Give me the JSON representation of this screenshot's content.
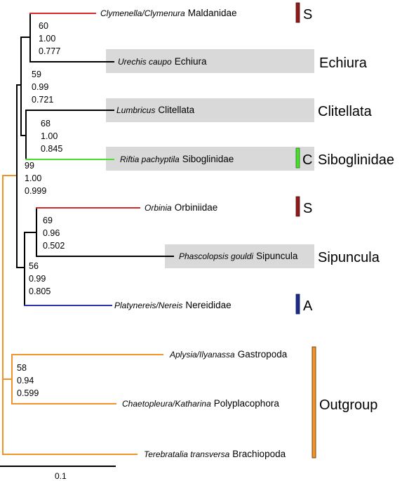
{
  "colors": {
    "red": "#d42a2a",
    "green": "#46e02a",
    "blue": "#2a35b0",
    "orange": "#f0932b",
    "black": "#000000",
    "shade": "#d9d9d9",
    "bar_dark_red": "#8b1a1a",
    "bar_green": "#3aa02a",
    "bar_blue": "#1c2a8a",
    "bar_orange": "#f0932b"
  },
  "taxa": [
    {
      "id": "maldanidae",
      "italic": "Clymenella/Clymenura",
      "name": "Maldanidae",
      "color": "red"
    },
    {
      "id": "echiura",
      "italic": "Urechis caupo",
      "name": "Echiura",
      "color": "black"
    },
    {
      "id": "clitellata",
      "italic": "Lumbricus",
      "name": "Clitellata",
      "color": "black"
    },
    {
      "id": "siboglinidae",
      "italic": "Riftia pachyptila",
      "name": "Siboglinidae",
      "color": "green"
    },
    {
      "id": "orbiniidae",
      "italic": "Orbinia",
      "name": "Orbiniidae",
      "color": "red"
    },
    {
      "id": "sipuncula",
      "italic": "Phascolopsis gouldi",
      "name": "Sipuncula",
      "color": "black"
    },
    {
      "id": "nereididae",
      "italic": "Platynereis/Nereis",
      "name": "Nereididae",
      "color": "blue"
    },
    {
      "id": "gastropoda",
      "italic": "Aplysia/Ilyanassa",
      "name": "Gastropoda",
      "color": "orange"
    },
    {
      "id": "polyplacophora",
      "italic": "Chaetopleura/Katharina",
      "name": "Polyplacophora",
      "color": "orange"
    },
    {
      "id": "brachiopoda",
      "italic": "Terebratalia transversa",
      "name": "Brachiopoda",
      "color": "orange"
    }
  ],
  "supports": [
    {
      "id": "maldanidae-echiura",
      "values": [
        "60",
        "1.00",
        "0.777"
      ]
    },
    {
      "id": "annelid-core",
      "values": [
        "59",
        "0.99",
        "0.721"
      ]
    },
    {
      "id": "clitellata-siboglinidae",
      "values": [
        "68",
        "1.00",
        "0.845"
      ]
    },
    {
      "id": "ingroup",
      "values": [
        "99",
        "1.00",
        "0.999"
      ]
    },
    {
      "id": "orbiniidae-sipuncula",
      "values": [
        "69",
        "0.96",
        "0.502"
      ]
    },
    {
      "id": "nereididae-clade",
      "values": [
        "56",
        "0.99",
        "0.805"
      ]
    },
    {
      "id": "outgroup-mollusca",
      "values": [
        "58",
        "0.94",
        "0.599"
      ]
    }
  ],
  "group_labels": {
    "echiura": "Echiura",
    "clitellata": "Clitellata",
    "siboglinidae": "Siboglinidae",
    "sipuncula": "Sipuncula",
    "outgroup": "Outgroup"
  },
  "side_markers": [
    {
      "id": "maldanidae",
      "letter": "S",
      "color": "bar_dark_red"
    },
    {
      "id": "siboglinidae",
      "letter": "C",
      "color": "bar_green"
    },
    {
      "id": "orbiniidae",
      "letter": "S",
      "color": "bar_dark_red"
    },
    {
      "id": "nereididae",
      "letter": "A",
      "color": "bar_blue"
    }
  ],
  "scale_bar": {
    "label": "0.1"
  }
}
